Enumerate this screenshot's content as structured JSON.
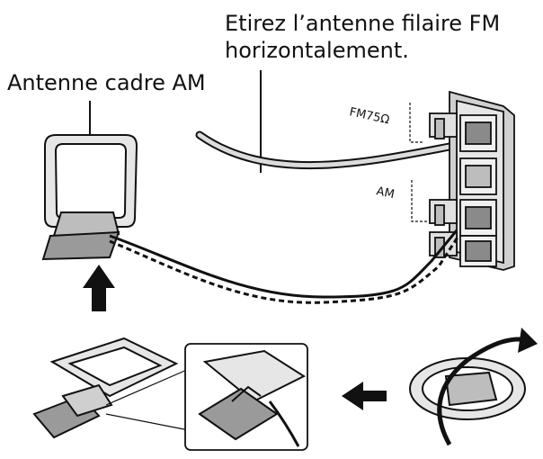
{
  "labels": {
    "fm_instruction_line1": "Etirez l’antenne filaire FM",
    "fm_instruction_line2": "horizontalement.",
    "am_antenna": "Antenne cadre AM",
    "terminal_fm": "FM75Ω",
    "terminal_am": "AM"
  },
  "icons": [
    "arrow-up-icon",
    "arrow-left-icon",
    "rotate-arrow-icon"
  ],
  "colors": {
    "line": "#111111",
    "panel_fill": "#d9d9d9",
    "panel_dark": "#8a8a8a",
    "background": "#ffffff"
  }
}
